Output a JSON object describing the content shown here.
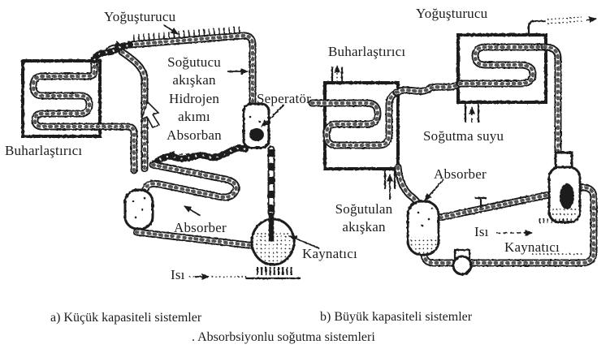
{
  "figure": {
    "background": "#ffffff",
    "ink_color": "#1c1c1c",
    "captions": {
      "left": "a) Küçük kapasiteli sistemler",
      "right": "b) Büyük kapasiteli sistemler",
      "main": ". Absorbsiyonlu soğutma sistemleri"
    },
    "left_system": {
      "labels": {
        "condenser": "Yoğuşturucu",
        "refrigerant": "Soğutucu akışkan",
        "hydrogen": "Hidrojen akımı",
        "absorbent": "Absorban",
        "separator": "Seperatör",
        "evaporator": "Buharlaştırıcı",
        "absorber": "Absorber",
        "heat": "Isı",
        "boiler": "Kaynatıcı"
      }
    },
    "right_system": {
      "labels": {
        "condenser": "Yoğuşturucu",
        "evaporator": "Buharlaştırıcı",
        "cooling_water": "Soğutma suyu",
        "chilled_fluid": "Soğutulan akışkan",
        "absorber": "Absorber",
        "heat": "Isı",
        "boiler": "Kaynatıcı"
      }
    }
  }
}
